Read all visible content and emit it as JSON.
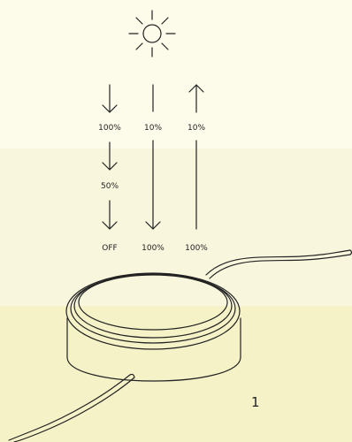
{
  "diagram": {
    "icons": [
      "sun-icon",
      "arrow-down-icon",
      "arrow-up-icon",
      "cable-icon"
    ],
    "columns": [
      {
        "direction": "down",
        "labels": [
          "100%",
          "50%",
          "OFF"
        ]
      },
      {
        "direction": "down",
        "labels": [
          "10%",
          "100%"
        ]
      },
      {
        "direction": "up",
        "labels": [
          "10%",
          "100%"
        ]
      }
    ],
    "figure_number": "1",
    "colors": {
      "stroke": "#222222",
      "band_top": "#fdfcea",
      "band_mid": "#f8f6dd",
      "band_bottom": "#f5f2c8"
    }
  }
}
